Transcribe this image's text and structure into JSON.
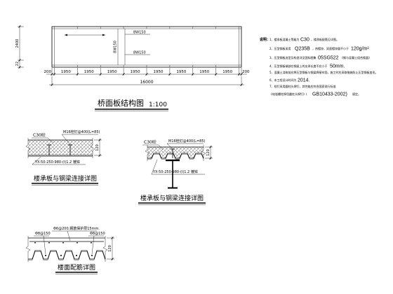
{
  "plan": {
    "side_dims": [
      "2400",
      "22"
    ],
    "bottom_dims": [
      "200",
      "1950",
      "1950",
      "1950",
      "1950",
      "1950",
      "1950",
      "1950",
      "1950",
      "200"
    ],
    "total_dim": "16000",
    "beam_labels": [
      "8W150",
      "8W150",
      "8W150"
    ],
    "title": "桥面板结构图",
    "scale": "1:100"
  },
  "notes": {
    "heading": "说明：",
    "item1": [
      "1、楼承板混凝土等级为",
      "C30",
      "，楼承板配筋见详图。"
    ],
    "item2": [
      "2、压型钢板采用",
      "Q235B",
      "，热镀锌，双面镀锌量不小于",
      "120g/m²"
    ],
    "item3": [
      "3、压型钢板选型及构造详见国标图集",
      "05SG522",
      "《钢与混凝土组合楼盖》"
    ],
    "item4": [
      "4、压型钢板端部在钢梁上的支承长度不应小于",
      "50mm."
    ],
    "item5": [
      "5、混凝土浇筑前应将压型钢板与钢梁焊接牢固，施工时应采取措施防止压型钢板变形。"
    ],
    "item6": [
      "6、本工程设计时间为",
      "2014."
    ],
    "item7": [
      "7、栓钉采用圆柱头焊钉，其性能应符合国家现行标准",
      "《电弧螺柱焊用圆柱头焊钉》(",
      "GB10433-2002)",
      "规定。"
    ]
  },
  "details": {
    "connection_left": {
      "concrete": "C30砼",
      "stud": "M16栓钉@400(L=85)",
      "thickness": "120",
      "deck": "YX-50-250-980-(I)1.2 镀锌",
      "title": "楼承板与钢梁连接详图"
    },
    "connection_right": {
      "concrete": "C30砼",
      "stud": "M16栓钉@400(L=85)",
      "thickness": "120",
      "deck": "YX-50-250-980-(I)1.2 镀锌",
      "title": "楼承板与钢梁连接详图"
    },
    "floor_rebar": {
      "top_rebar": "Φ6@200,钢筋保护层15mm.",
      "bottom_rebar_left": "Φ8@150",
      "bottom_rebar_right": "Φ8@150",
      "thickness": "120",
      "title": "楼面配筋详图"
    }
  },
  "colors": {
    "line": "#000000",
    "background": "#ffffff"
  }
}
